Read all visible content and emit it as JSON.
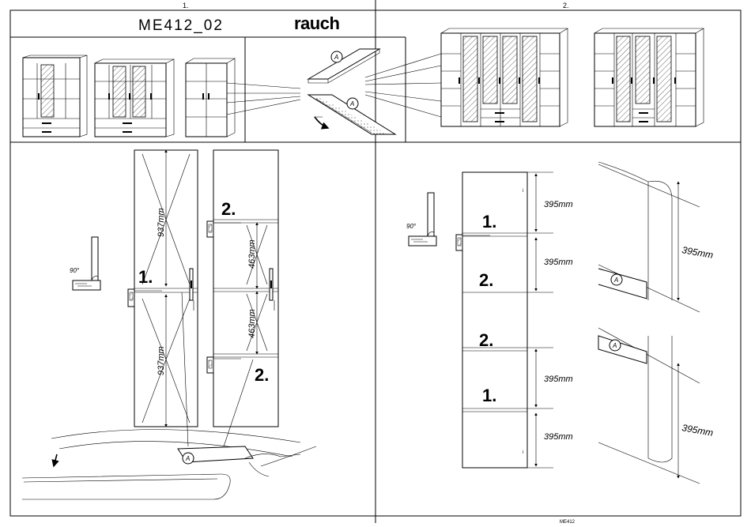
{
  "header": {
    "step_one": "1.",
    "step_two": "2.",
    "model_code": "ME412_02",
    "brand": "rauch"
  },
  "labels": {
    "part_a": "A",
    "angle": "90°",
    "shelf_one": "1.",
    "shelf_two": "2."
  },
  "dimensions": {
    "door_height": "937mm",
    "drawer_gap": "463mm",
    "shelf_gap": "395mm"
  },
  "footer": {
    "code": "ME412"
  }
}
